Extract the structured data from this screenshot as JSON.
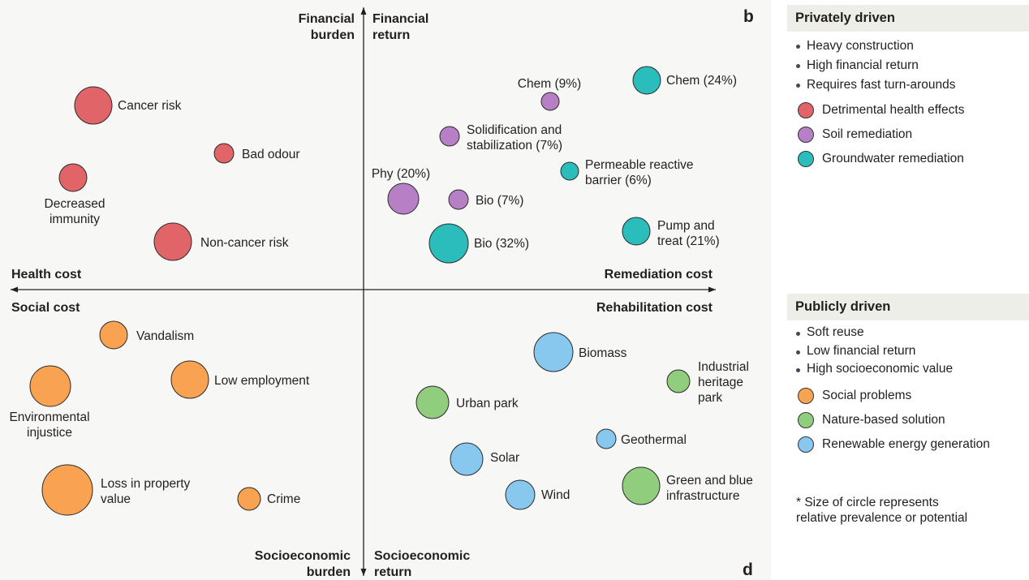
{
  "panels": {
    "top": "b",
    "bottom": "d"
  },
  "axes": {
    "up_left": [
      "Financial",
      "burden"
    ],
    "up_right": [
      "Financial",
      "return"
    ],
    "down_left": [
      "Socioeconomic",
      "burden"
    ],
    "down_right": [
      "Socioeconomic",
      "return"
    ],
    "left_top": "Health cost",
    "left_bottom": "Social cost",
    "right_top": "Remediation cost",
    "right_bottom": "Rehabilitation cost"
  },
  "colors": {
    "health": "#e06468",
    "soil": "#b77fc6",
    "groundwater": "#2bbdbb",
    "social": "#f9a252",
    "nature": "#90cd7c",
    "energy": "#88c8ee"
  },
  "bubbles": [
    {
      "id": "cancer-risk",
      "category": "health",
      "lines": [
        "Cancer risk"
      ]
    },
    {
      "id": "bad-odour",
      "category": "health",
      "lines": [
        "Bad odour"
      ]
    },
    {
      "id": "decreased-immunity",
      "category": "health",
      "lines": [
        "Decreased",
        "immunity"
      ]
    },
    {
      "id": "non-cancer-risk",
      "category": "health",
      "lines": [
        "Non-cancer risk"
      ]
    },
    {
      "id": "chem-9",
      "category": "soil",
      "lines": [
        "Chem (9%)"
      ]
    },
    {
      "id": "chem-24",
      "category": "groundwater",
      "lines": [
        "Chem (24%)"
      ]
    },
    {
      "id": "solidification",
      "category": "soil",
      "lines": [
        "Solidification and",
        "stabilization (7%)"
      ]
    },
    {
      "id": "prb",
      "category": "groundwater",
      "lines": [
        "Permeable reactive",
        "barrier (6%)"
      ]
    },
    {
      "id": "phy-20",
      "category": "soil",
      "lines": [
        "Phy (20%)"
      ]
    },
    {
      "id": "bio-7",
      "category": "soil",
      "lines": [
        "Bio (7%)"
      ]
    },
    {
      "id": "pump-treat",
      "category": "groundwater",
      "lines": [
        "Pump and",
        "treat (21%)"
      ]
    },
    {
      "id": "bio-32",
      "category": "groundwater",
      "lines": [
        "Bio (32%)"
      ]
    },
    {
      "id": "vandalism",
      "category": "social",
      "lines": [
        "Vandalism"
      ]
    },
    {
      "id": "environmental-injustice",
      "category": "social",
      "lines": [
        "Environmental",
        "injustice"
      ]
    },
    {
      "id": "low-employment",
      "category": "social",
      "lines": [
        "Low employment"
      ]
    },
    {
      "id": "loss-property",
      "category": "social",
      "lines": [
        "Loss in property",
        "value"
      ]
    },
    {
      "id": "crime",
      "category": "social",
      "lines": [
        "Crime"
      ]
    },
    {
      "id": "biomass",
      "category": "energy",
      "lines": [
        "Biomass"
      ]
    },
    {
      "id": "industrial-heritage",
      "category": "nature",
      "lines": [
        "Industrial",
        "heritage",
        "park"
      ]
    },
    {
      "id": "urban-park",
      "category": "nature",
      "lines": [
        "Urban park"
      ]
    },
    {
      "id": "geothermal",
      "category": "energy",
      "lines": [
        "Geothermal"
      ]
    },
    {
      "id": "solar",
      "category": "energy",
      "lines": [
        "Solar"
      ]
    },
    {
      "id": "wind",
      "category": "energy",
      "lines": [
        "Wind"
      ]
    },
    {
      "id": "green-blue",
      "category": "nature",
      "lines": [
        "Green and blue",
        "infrastructure"
      ]
    }
  ],
  "legend_private": {
    "title": "Privately driven",
    "bullets": [
      "Heavy construction",
      "High financial return",
      "Requires fast turn-arounds"
    ],
    "keys": [
      {
        "label": "Detrimental health effects",
        "color": "#e06468"
      },
      {
        "label": "Soil remediation",
        "color": "#b77fc6"
      },
      {
        "label": "Groundwater remediation",
        "color": "#2bbdbb"
      }
    ]
  },
  "legend_public": {
    "title": "Publicly driven",
    "bullets": [
      "Soft reuse",
      "Low financial return",
      "High socioeconomic value"
    ],
    "keys": [
      {
        "label": "Social problems",
        "color": "#f9a252"
      },
      {
        "label": "Nature-based solution",
        "color": "#90cd7c"
      },
      {
        "label": "Renewable energy generation",
        "color": "#88c8ee"
      }
    ]
  },
  "note": [
    "* Size of circle represents",
    "relative prevalence or potential"
  ]
}
